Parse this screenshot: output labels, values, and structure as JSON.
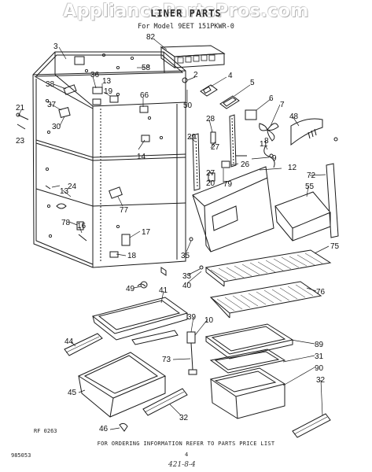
{
  "header": {
    "watermark": "AppliancePartsPros.com",
    "title": "LINER PARTS",
    "model": "For Model 9EET 151PKWR-0"
  },
  "footer": {
    "ordering_note": "FOR ORDERING INFORMATION REFER TO PARTS PRICE LIST",
    "drawing_code": "RF 0263",
    "page_code": "985053",
    "page_number": "4",
    "handwritten_mark": "421-8-4"
  },
  "callouts": [
    "82",
    "3",
    "58",
    "2",
    "4",
    "5",
    "38",
    "36",
    "13",
    "19",
    "6",
    "7",
    "21",
    "37",
    "66",
    "50",
    "48",
    "30",
    "23",
    "28",
    "8",
    "11",
    "29",
    "27",
    "9",
    "26",
    "14",
    "12",
    "27",
    "20",
    "79",
    "72",
    "24",
    "55",
    "13",
    "77",
    "78",
    "16",
    "17",
    "75",
    "18",
    "35",
    "33",
    "40",
    "49",
    "41",
    "76",
    "39",
    "10",
    "44",
    "89",
    "73",
    "31",
    "90",
    "45",
    "32",
    "32",
    "46"
  ],
  "colors": {
    "line": "#1a1a1a",
    "background": "#ffffff",
    "watermark": "#bdbdbd"
  }
}
